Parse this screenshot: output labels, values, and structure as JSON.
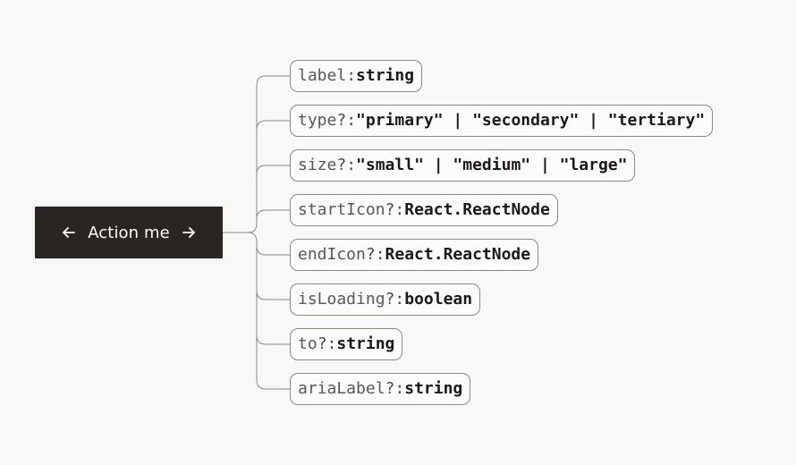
{
  "button": {
    "label": "Action me",
    "start_icon": "arrow-left-icon",
    "end_icon": "arrow-right-icon",
    "background": "#282523",
    "text_color": "#ffffff"
  },
  "props": [
    {
      "name": "label",
      "optional": "",
      "sep": ": ",
      "type": "string"
    },
    {
      "name": "type",
      "optional": "?",
      "sep": ": ",
      "type": "\"primary\" | \"secondary\" | \"tertiary\""
    },
    {
      "name": "size",
      "optional": "?",
      "sep": ": ",
      "type": "\"small\" | \"medium\" | \"large\""
    },
    {
      "name": "startIcon",
      "optional": "?",
      "sep": ": ",
      "type": "React.ReactNode"
    },
    {
      "name": "endIcon",
      "optional": "?",
      "sep": ": ",
      "type": "React.ReactNode"
    },
    {
      "name": "isLoading",
      "optional": "?",
      "sep": ": ",
      "type": "boolean"
    },
    {
      "name": "to",
      "optional": "?",
      "sep": ": ",
      "type": "string"
    },
    {
      "name": "ariaLabel",
      "optional": "?",
      "sep": ": ",
      "type": "string"
    }
  ],
  "colors": {
    "connector": "#8c8985",
    "border": "#8c8985"
  }
}
